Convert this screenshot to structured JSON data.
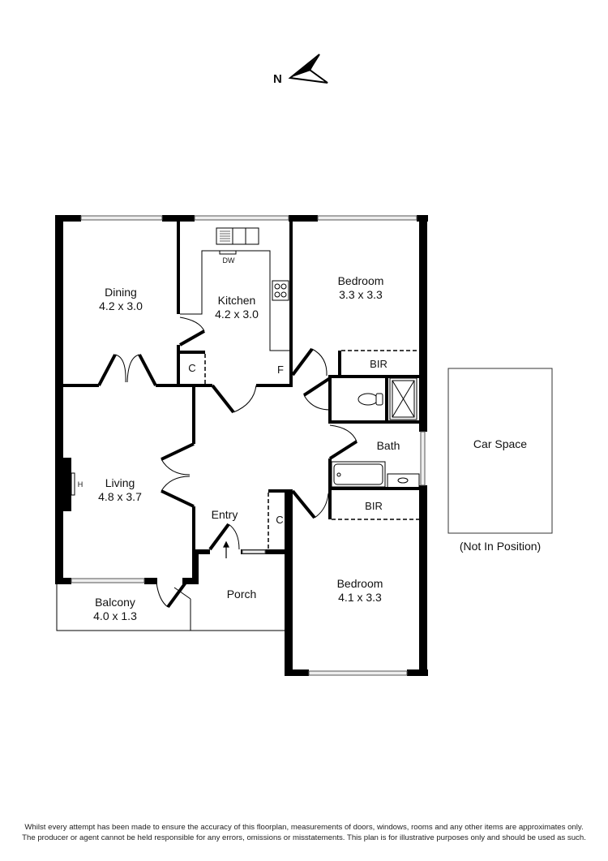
{
  "compass": {
    "label": "N",
    "icon": "north-arrow-icon"
  },
  "rooms": [
    {
      "id": "dining",
      "name": "Dining",
      "size": "4.2 x 3.0"
    },
    {
      "id": "kitchen",
      "name": "Kitchen",
      "size": "4.2 x 3.0"
    },
    {
      "id": "bedroom1",
      "name": "Bedroom",
      "size": "3.3 x 3.3"
    },
    {
      "id": "living",
      "name": "Living",
      "size": "4.8 x 3.7"
    },
    {
      "id": "bath",
      "name": "Bath",
      "size": ""
    },
    {
      "id": "entry",
      "name": "Entry",
      "size": ""
    },
    {
      "id": "porch",
      "name": "Porch",
      "size": ""
    },
    {
      "id": "balcony",
      "name": "Balcony",
      "size": "4.0 x 1.3"
    },
    {
      "id": "bedroom2",
      "name": "Bedroom",
      "size": "4.1 x 3.3"
    }
  ],
  "fixtures": {
    "dishwasher": "DW",
    "fridge": "F",
    "cupboard_kitchen": "C",
    "cupboard_entry": "C",
    "bir_top": "BIR",
    "bir_bottom": "BIR",
    "heater": "H"
  },
  "car_space": {
    "label": "Car Space",
    "note": "(Not In Position)"
  },
  "disclaimer": {
    "line1": "Whilst every attempt has been made to ensure the accuracy of this floorplan, measurements of doors, windows, rooms and any other items are approximates only.",
    "line2": "The producer or agent cannot be held responsible for any errors, omissions or misstatements. This plan is for illustrative purposes only and should be used as such."
  }
}
